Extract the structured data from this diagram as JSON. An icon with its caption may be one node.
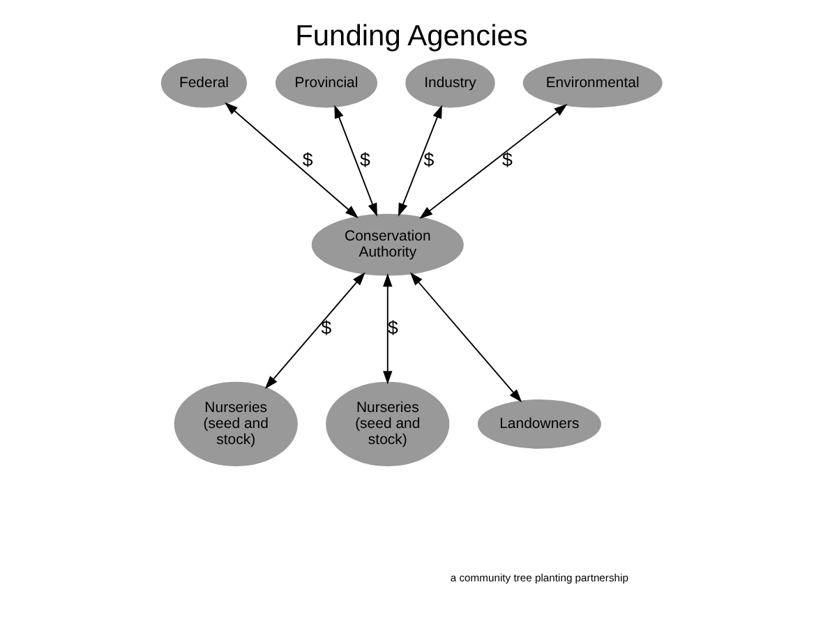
{
  "diagram": {
    "title": "Funding Agencies",
    "nodes": [
      {
        "text": [
          "Federal"
        ]
      },
      {
        "text": [
          "Provincial"
        ]
      },
      {
        "text": [
          "Industry"
        ]
      },
      {
        "text": [
          "Environmental"
        ]
      },
      {
        "text": [
          "Nurseries (seed and stock)"
        ]
      },
      {
        "text": [
          "Nurseries (seed and stock)"
        ]
      },
      {
        "text": [
          "Conservation Authority"
        ]
      },
      {
        "text": [
          "Landowners"
        ]
      }
    ],
    "edges": [
      {
        "from": 6,
        "to": 0,
        "arrow": "both",
        "label": "$"
      },
      {
        "from": 6,
        "to": 1,
        "arrow": "both",
        "label": "$"
      },
      {
        "from": 6,
        "to": 2,
        "arrow": "both",
        "label": "$"
      },
      {
        "from": 6,
        "to": 3,
        "arrow": "both",
        "label": "$"
      },
      {
        "from": 6,
        "to": 4,
        "arrow": "both",
        "label": "$"
      },
      {
        "from": 6,
        "to": 5,
        "arrow": "both",
        "label": "$"
      },
      {
        "from": 6,
        "to": 7,
        "arrow": "both"
      }
    ],
    "labels": [
      "a community tree planting partnership"
    ]
  }
}
